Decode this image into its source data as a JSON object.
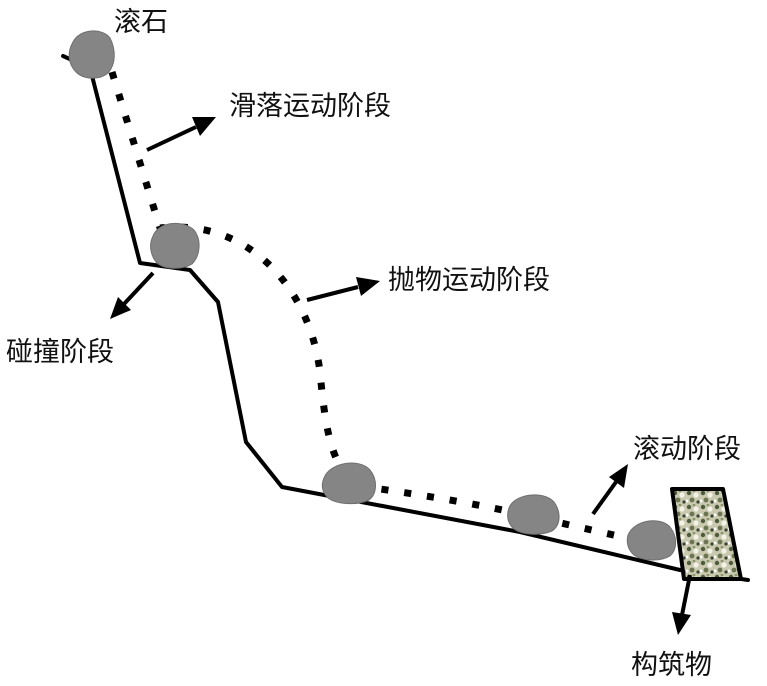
{
  "labels": {
    "rockfall": "滚石",
    "sliding": "滑落运动阶段",
    "collision": "碰撞阶段",
    "projectile": "抛物运动阶段",
    "rolling": "滚动阶段",
    "structure": "构筑物"
  },
  "colors": {
    "rock": "#858585",
    "line": "#000000",
    "structure_fill": "#c9c9b0",
    "structure_speckle_dark": "#4e5a3c",
    "structure_speckle_light": "#f2f2e6"
  }
}
